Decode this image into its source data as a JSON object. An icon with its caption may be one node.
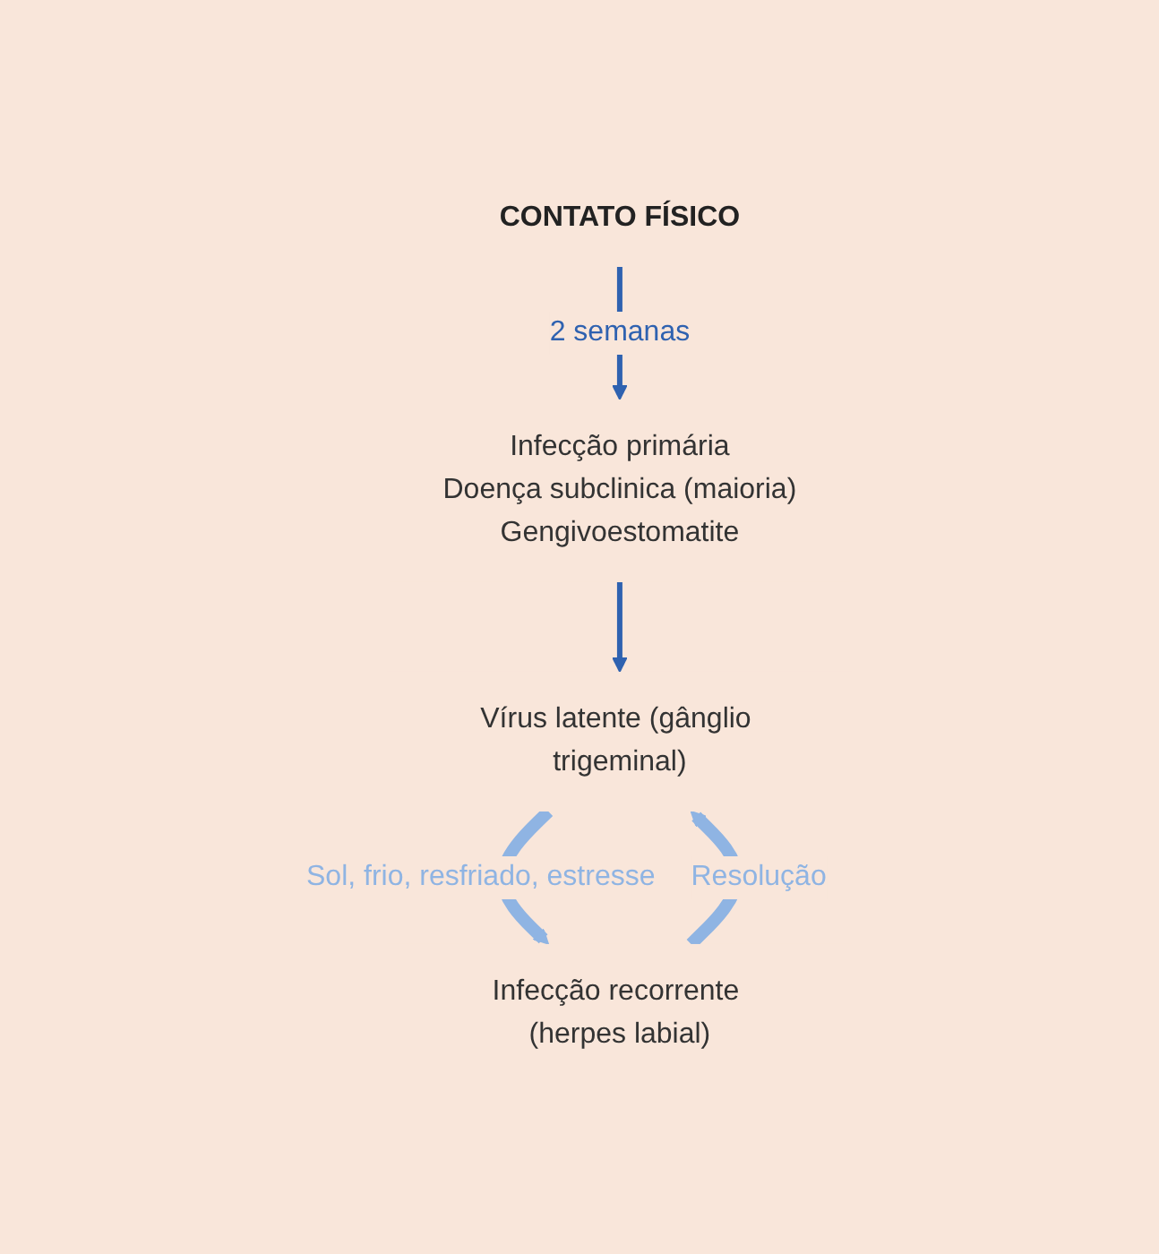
{
  "diagram": {
    "nodes": [
      {
        "text": [
          "CONTATO FÍSICO"
        ]
      },
      {
        "text": [
          "Infecção primária"
        ],
        "beside": [
          "Doença subclinica (maioria)",
          "Gengivoestomatite"
        ]
      },
      {
        "text": [
          "Vírus latente (gânglio trigeminal)"
        ]
      },
      {
        "text": [
          "Infecção recorrente (herpes labial)"
        ]
      }
    ],
    "edges": [
      {
        "from": 0,
        "to": 1,
        "arrow": "to",
        "label": "2 semanas"
      },
      {
        "from": 1,
        "to": 2,
        "arrow": "to"
      },
      {
        "from": 2,
        "to": 3,
        "arrow": "to",
        "label": "Sol, frio, resfriado, estresse",
        "style": "thick",
        "color": "#8fb4e3"
      },
      {
        "from": 3,
        "to": 2,
        "arrow": "to",
        "label": "Resolução",
        "style": "thick",
        "color": "#8fb4e3"
      }
    ]
  }
}
